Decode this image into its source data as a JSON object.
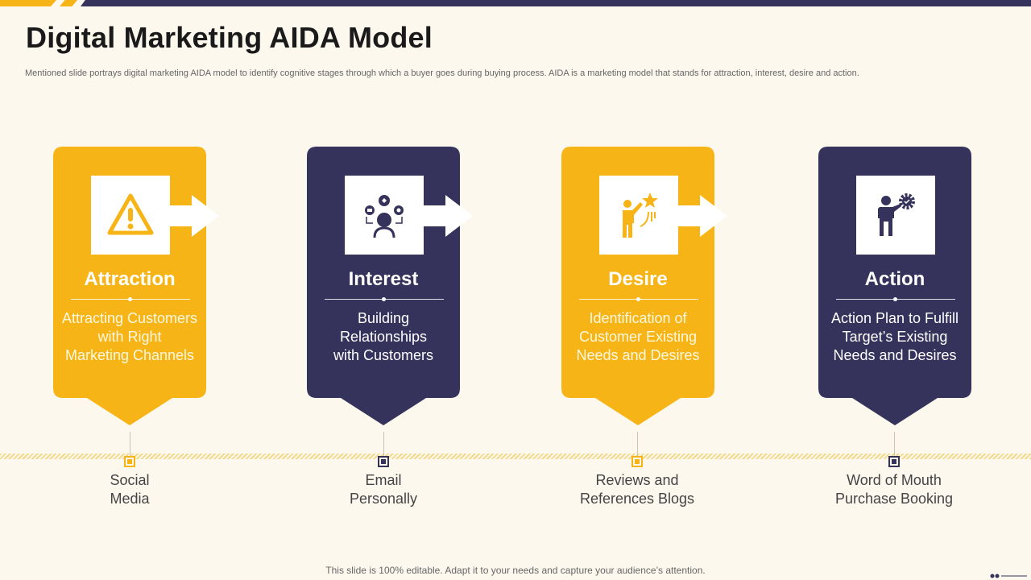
{
  "slide": {
    "title": "Digital Marketing AIDA Model",
    "subtitle": "Mentioned slide portrays digital marketing AIDA model to identify cognitive stages through which a buyer goes during buying process. AIDA is a marketing model that stands for attraction, interest, desire and action.",
    "footer": "This slide is 100% editable. Adapt it to your needs and capture your audience’s attention."
  },
  "colors": {
    "yellow": "#f7b416",
    "navy": "#35325c",
    "background": "#fcf8ee"
  },
  "stages": [
    {
      "title": "Attraction",
      "desc_lines": [
        "Attracting Customers",
        "with Right",
        "Marketing Channels"
      ],
      "icon": "warning-triangle-icon",
      "channel_lines": [
        "Social",
        "Media"
      ],
      "color": "#f7b416"
    },
    {
      "title": "Interest",
      "desc_lines": [
        "Building",
        "Relationships",
        "with Customers"
      ],
      "icon": "person-ideas-icon",
      "channel_lines": [
        "Email",
        "Personally"
      ],
      "color": "#35325c"
    },
    {
      "title": "Desire",
      "desc_lines": [
        "Identification of",
        "Customer Existing",
        "Needs and Desires"
      ],
      "icon": "person-reaching-star-icon",
      "channel_lines": [
        "Reviews and",
        "References Blogs"
      ],
      "color": "#f7b416"
    },
    {
      "title": "Action",
      "desc_lines": [
        "Action Plan to Fulfill",
        "Target’s Existing",
        "Needs and Desires"
      ],
      "icon": "person-gear-icon",
      "channel_lines": [
        "Word of Mouth",
        "Purchase Booking"
      ],
      "color": "#35325c"
    }
  ]
}
